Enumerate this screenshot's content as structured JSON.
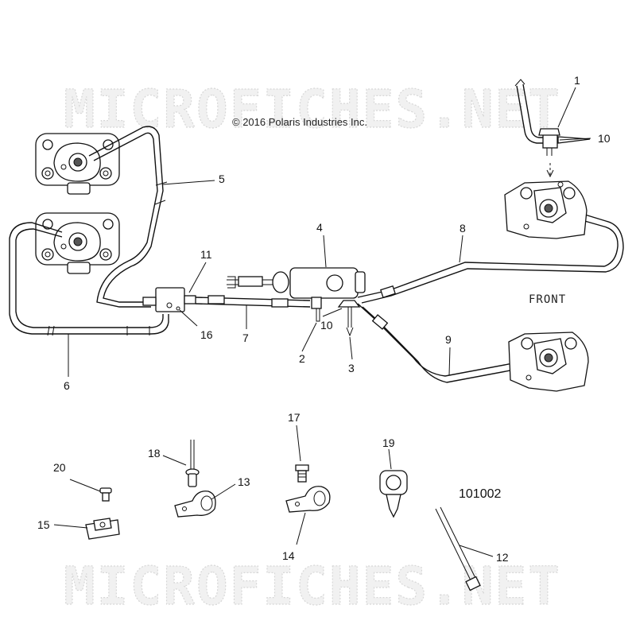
{
  "copyright": "© 2016 Polaris Industries Inc.",
  "watermark": "MICROFICHES.NET",
  "direction_label": "FRONT",
  "part_number": "101002",
  "callouts": [
    {
      "id": "1",
      "label": "1"
    },
    {
      "id": "2",
      "label": "2"
    },
    {
      "id": "3",
      "label": "3"
    },
    {
      "id": "4",
      "label": "4"
    },
    {
      "id": "5",
      "label": "5"
    },
    {
      "id": "6",
      "label": "6"
    },
    {
      "id": "7",
      "label": "7"
    },
    {
      "id": "8",
      "label": "8"
    },
    {
      "id": "9",
      "label": "9"
    },
    {
      "id": "10a",
      "label": "10"
    },
    {
      "id": "10b",
      "label": "10"
    },
    {
      "id": "11",
      "label": "11"
    },
    {
      "id": "12",
      "label": "12"
    },
    {
      "id": "13",
      "label": "13"
    },
    {
      "id": "14",
      "label": "14"
    },
    {
      "id": "15",
      "label": "15"
    },
    {
      "id": "16",
      "label": "16"
    },
    {
      "id": "17",
      "label": "17"
    },
    {
      "id": "18",
      "label": "18"
    },
    {
      "id": "19",
      "label": "19"
    },
    {
      "id": "20",
      "label": "20"
    }
  ]
}
